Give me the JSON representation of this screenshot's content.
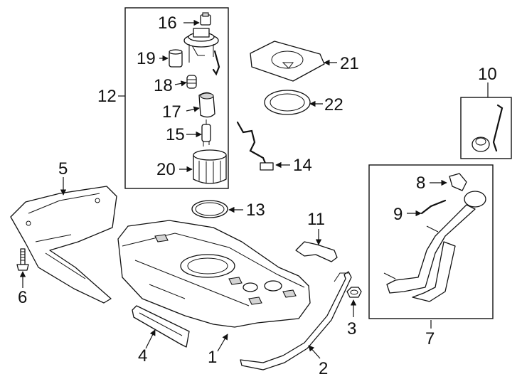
{
  "callouts": {
    "c1": "1",
    "c2": "2",
    "c3": "3",
    "c4": "4",
    "c5": "5",
    "c6": "6",
    "c7": "7",
    "c8": "8",
    "c9": "9",
    "c10": "10",
    "c11": "11",
    "c12": "12",
    "c13": "13",
    "c14": "14",
    "c15": "15",
    "c16": "16",
    "c17": "17",
    "c18": "18",
    "c19": "19",
    "c20": "20",
    "c21": "21",
    "c22": "22"
  },
  "icons": {
    "fuel_tank": "fuel-tank-icon",
    "strap": "tank-strap-icon",
    "heat_shield": "heat-shield-icon",
    "filler_pipe": "filler-pipe-icon",
    "fuel_pump": "fuel-pump-assembly-icon"
  }
}
